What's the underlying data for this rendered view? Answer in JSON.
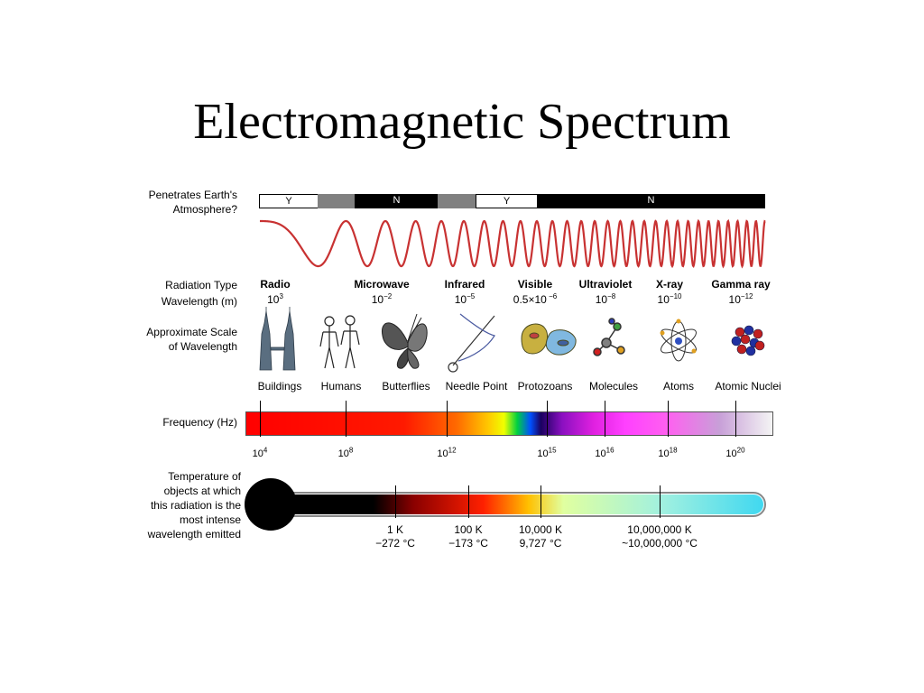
{
  "title": "Electromagnetic Spectrum",
  "row_labels": {
    "penetrates": [
      "Penetrates Earth's",
      "Atmosphere?"
    ],
    "radiation_type": "Radiation Type",
    "wavelength": "Wavelength (m)",
    "scale": [
      "Approximate Scale",
      "of Wavelength"
    ],
    "frequency": "Frequency (Hz)",
    "temperature": [
      "Temperature of",
      "objects at which",
      "this radiation is the",
      "most intense",
      "wavelength emitted"
    ]
  },
  "atmosphere": {
    "y1": "Y",
    "n1": "N",
    "y2": "Y",
    "n2": "N"
  },
  "radiation": [
    {
      "name": "Radio",
      "base": "10",
      "exp": "3"
    },
    {
      "name": "Microwave",
      "base": "10",
      "exp": "−2"
    },
    {
      "name": "Infrared",
      "base": "10",
      "exp": "−5"
    },
    {
      "name": "Visible",
      "base": "0.5×10",
      "exp": " −6"
    },
    {
      "name": "Ultraviolet",
      "base": "10",
      "exp": "−8"
    },
    {
      "name": "X-ray",
      "base": "10",
      "exp": "−10"
    },
    {
      "name": "Gamma ray",
      "base": "10",
      "exp": "−12"
    }
  ],
  "scale_objects": [
    "Buildings",
    "Humans",
    "Butterflies",
    "Needle Point",
    "Protozoans",
    "Molecules",
    "Atoms",
    "Atomic Nuclei"
  ],
  "frequency_ticks": [
    {
      "base": "10",
      "exp": "4"
    },
    {
      "base": "10",
      "exp": "8"
    },
    {
      "base": "10",
      "exp": "12"
    },
    {
      "base": "10",
      "exp": "15"
    },
    {
      "base": "10",
      "exp": "16"
    },
    {
      "base": "10",
      "exp": "18"
    },
    {
      "base": "10",
      "exp": "20"
    }
  ],
  "temperatures": [
    {
      "k": "1 K",
      "c": "−272 °C"
    },
    {
      "k": "100 K",
      "c": "−173 °C"
    },
    {
      "k": "10,000 K",
      "c": "9,727 °C"
    },
    {
      "k": "10,000,000 K",
      "c": "~10,000,000 °C"
    }
  ],
  "colors": {
    "wave": "#c83232",
    "atmosphere_black": "#000000",
    "atmosphere_gray": "#808080"
  }
}
